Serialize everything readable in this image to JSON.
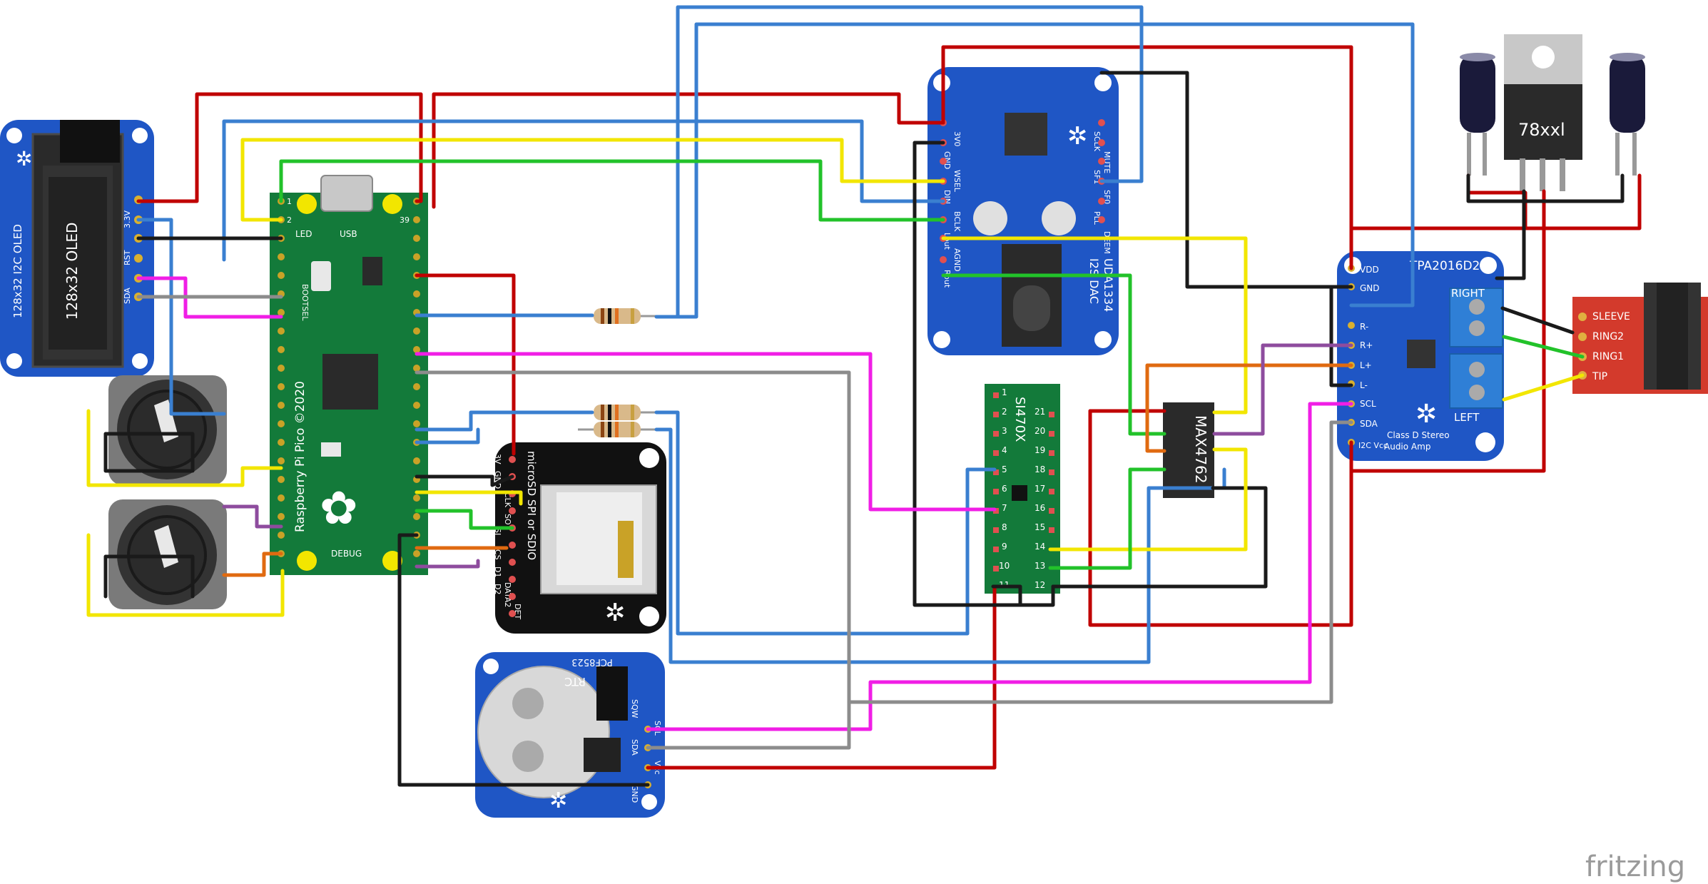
{
  "oled": {
    "title": "128x32 I2C OLED",
    "screen_text": "128x32 OLED",
    "pins": [
      "3.3V",
      "RST",
      "SDA"
    ]
  },
  "pico": {
    "name": "Raspberry Pi Pico ©2020",
    "usb": "USB",
    "led": "LED",
    "bootsel": "BOOTSEL",
    "debug": "DEBUG",
    "pin1": "1",
    "pin2": "2",
    "pin39": "39"
  },
  "sd": {
    "title": "microSD SPI or SDIO",
    "pins": [
      "3V",
      "GND",
      "CLK",
      "SO",
      "SI",
      "CS"
    ],
    "extra": [
      "D1",
      "D2",
      "DET"
    ],
    "data2": "DATA2"
  },
  "rtc": {
    "title": "PCF8523",
    "subtitle": "RTC",
    "pins": [
      "SQW",
      "SCL",
      "SDA",
      "Vcc",
      "GND"
    ]
  },
  "dac": {
    "title": "UDA1334",
    "subtitle": "I2S DAC",
    "left_pins": [
      "3V0",
      "GND",
      "WSEL",
      "DIN",
      "BCLK",
      "Lout",
      "AGND",
      "Rout"
    ],
    "right_pins": [
      "SCLK",
      "MUTE",
      "SF1",
      "SF0",
      "PLL",
      "DEEM"
    ]
  },
  "si": {
    "title": "SI470X",
    "left_pins": [
      "1",
      "2",
      "3",
      "4",
      "5",
      "6",
      "7",
      "8",
      "9",
      "10",
      "11"
    ],
    "right_pins": [
      "21",
      "20",
      "19",
      "18",
      "17",
      "16",
      "15",
      "14",
      "13",
      "12"
    ]
  },
  "max": {
    "title": "MAX4762"
  },
  "amp": {
    "title": "TPA2016D2",
    "subtitle": "Class D Stereo",
    "subtitle2": "Audio Amp",
    "pins": [
      "VDD",
      "GND",
      "R-",
      "R+",
      "L+",
      "L-",
      "SCL",
      "SDA",
      "I2C Vcc"
    ],
    "right": "RIGHT",
    "left": "LEFT"
  },
  "regulator": {
    "label": "78xxl"
  },
  "jack": {
    "pins": [
      "SLEEVE",
      "RING2",
      "RING1",
      "TIP"
    ]
  },
  "footer": {
    "brand": "fritzing"
  },
  "colors": {
    "red": "#c00000",
    "blue": "#3a7fd0",
    "black": "#1a1a1a",
    "yellow": "#f2e600",
    "green": "#22c22a",
    "magenta": "#f01ee6",
    "gray": "#8c8c8c",
    "orange": "#e06a10",
    "purple": "#8e4c9e"
  }
}
